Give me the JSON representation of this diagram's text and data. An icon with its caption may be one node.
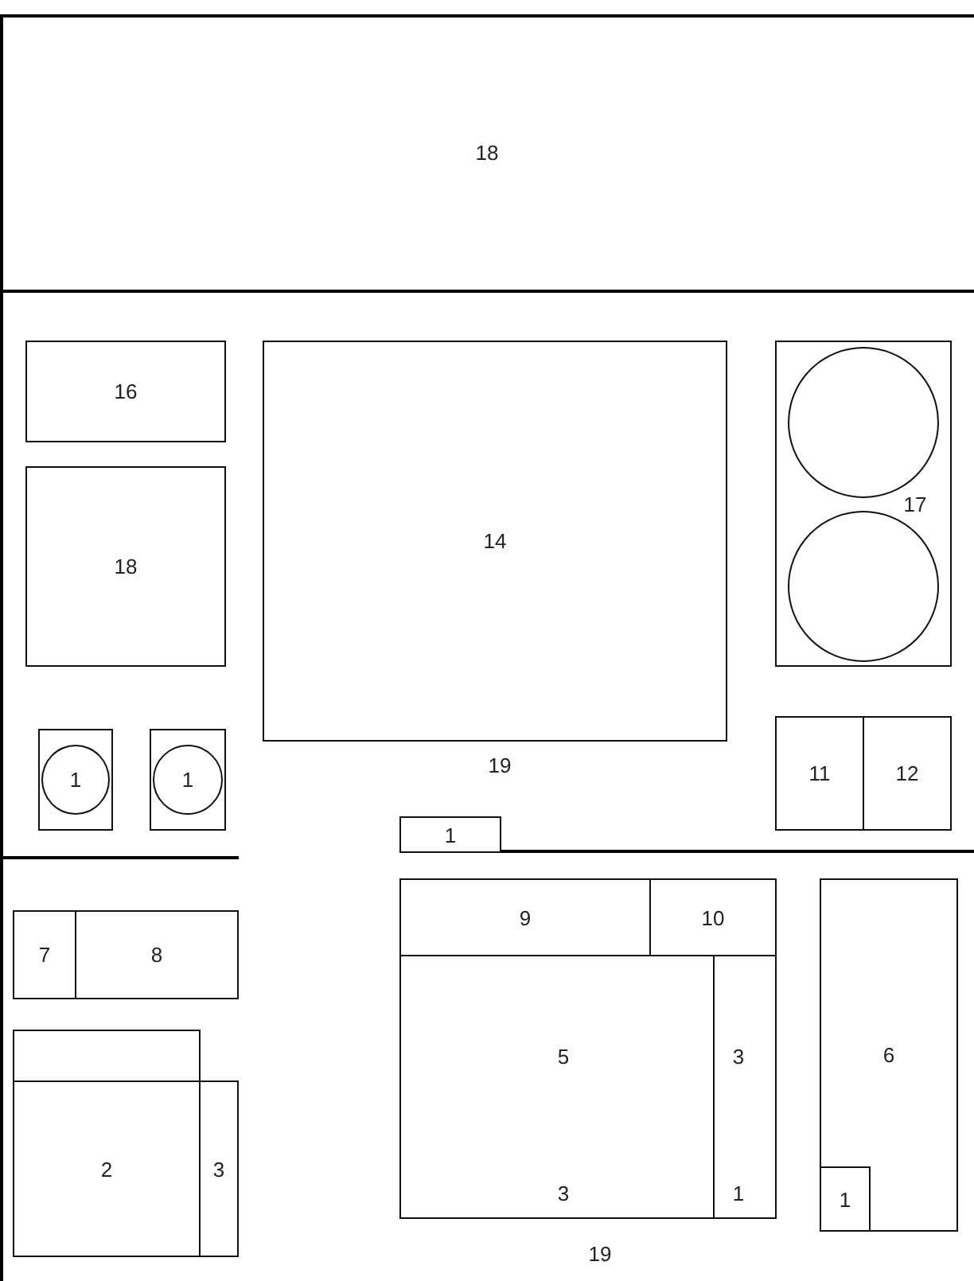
{
  "diagram": {
    "nodes": [
      {
        "text": [
          "18"
        ]
      },
      {
        "text": [
          "16"
        ]
      },
      {
        "text": [
          "18"
        ]
      },
      {
        "text": [
          "14"
        ]
      },
      {
        "text": [
          "17"
        ]
      },
      {
        "text": [],
        "shape": "circle",
        "in": 4
      },
      {
        "text": [],
        "shape": "circle",
        "in": 4
      },
      {
        "text": [],
        "shape": "box"
      },
      {
        "text": [
          "1"
        ],
        "in": 7
      },
      {
        "text": [],
        "shape": "box"
      },
      {
        "text": [
          "1"
        ],
        "in": 9
      },
      {
        "text": [
          "11"
        ]
      },
      {
        "text": [
          "12"
        ]
      },
      {
        "text": [
          "1"
        ]
      },
      {
        "text": [
          "7"
        ]
      },
      {
        "text": [
          "8"
        ]
      },
      {
        "text": [],
        "shape": "box"
      },
      {
        "text": [
          "2"
        ]
      },
      {
        "text": [
          "3"
        ]
      },
      {
        "text": [
          "9"
        ]
      },
      {
        "text": [
          "10"
        ]
      },
      {
        "text": [
          "5",
          "3"
        ]
      },
      {
        "text": [
          "3",
          "1"
        ]
      },
      {
        "text": [
          "6"
        ]
      },
      {
        "text": [
          "1"
        ],
        "in": 23
      }
    ],
    "labels": [
      "19",
      "19"
    ]
  }
}
